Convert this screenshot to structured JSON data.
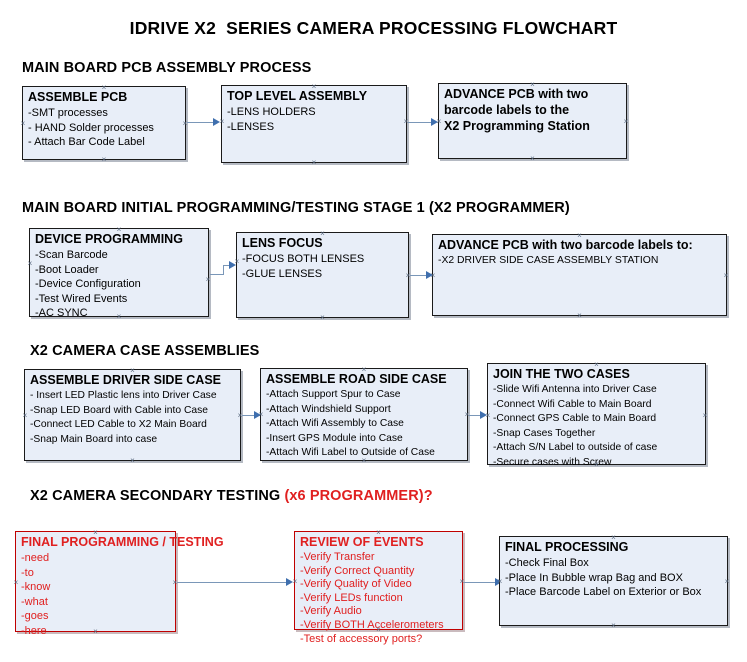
{
  "document": {
    "title": "IDRIVE X2  SERIES CAMERA PROCESSING FLOWCHART"
  },
  "sections": [
    {
      "id": "main-board-pcb-assembly-process",
      "header": "MAIN BOARD PCB ASSEMBLY PROCESS",
      "header_accent": "",
      "nodes": [
        {
          "id": "assemble-pcb",
          "title": "ASSEMBLE PCB",
          "lines": [
            "-SMT processes",
            "- HAND Solder processes",
            "- Attach Bar Code Label"
          ]
        },
        {
          "id": "top-level-assembly",
          "title": "TOP LEVEL ASSEMBLY",
          "lines": [
            "-LENS HOLDERS",
            "-LENSES"
          ]
        },
        {
          "id": "advance-pcb-to-x2-programming-station",
          "title": "ADVANCE PCB with two",
          "lines": [
            "barcode labels to the",
            " X2 Programming Station"
          ]
        }
      ]
    },
    {
      "id": "main-board-initial-programming-testing-stage-1",
      "header": "MAIN BOARD INITIAL PROGRAMMING/TESTING STAGE 1 (X2 PROGRAMMER)",
      "header_accent": "",
      "nodes": [
        {
          "id": "device-programming",
          "title": "DEVICE PROGRAMMING",
          "lines": [
            "-Scan Barcode",
            "-Boot Loader",
            "-Device Configuration",
            "-Test Wired Events",
            "-AC SYNC"
          ]
        },
        {
          "id": "lens-focus",
          "title": "LENS FOCUS",
          "lines": [
            "-FOCUS BOTH LENSES",
            "-GLUE LENSES"
          ]
        },
        {
          "id": "advance-pcb-to-driver-side-case-station",
          "title": "ADVANCE PCB with two barcode labels to:",
          "lines": [
            "-X2 DRIVER  SIDE  CASE  ASSEMBLY STATION"
          ]
        }
      ]
    },
    {
      "id": "x2-camera-case-assemblies",
      "header": "X2 CAMERA CASE ASSEMBLIES",
      "header_accent": "",
      "nodes": [
        {
          "id": "assemble-driver-side-case",
          "title": "ASSEMBLE DRIVER SIDE CASE",
          "lines": [
            "- Insert LED Plastic lens into Driver Case",
            "-Snap LED Board with Cable into Case",
            "-Connect LED Cable to X2 Main Board",
            "-Snap Main Board into case"
          ]
        },
        {
          "id": "assemble-road-side-case",
          "title": "ASSEMBLE ROAD SIDE CASE",
          "lines": [
            "-Attach Support Spur to Case",
            "-Attach Windshield Support",
            "-Attach Wifi Assembly to Case",
            "-Insert GPS Module into Case",
            "-Attach Wifi Label to Outside of Case"
          ]
        },
        {
          "id": "join-the-two-cases",
          "title": "JOIN THE TWO CASES",
          "lines": [
            "-Slide Wifi Antenna into Driver Case",
            "-Connect Wifi Cable to Main Board",
            "-Connect GPS Cable to Main Board",
            "-Snap Cases Together",
            "-Attach S/N Label to outside of case",
            "-Secure cases with Screw"
          ]
        }
      ]
    },
    {
      "id": "x2-camera-secondary-testing",
      "header": "X2 CAMERA SECONDARY TESTING ",
      "header_accent": "(x6 PROGRAMMER)?",
      "nodes": [
        {
          "id": "final-programming-testing",
          "title": "FINAL PROGRAMMING / TESTING",
          "lines": [
            "-need",
            "-to",
            "-know",
            "-what",
            "-goes",
            "-here"
          ]
        },
        {
          "id": "review-of-events",
          "title": "REVIEW OF EVENTS",
          "lines": [
            "-Verify Transfer",
            "-Verify Correct Quantity",
            "-Verify Quality of Video",
            "-Verify LEDs function",
            "-Verify Audio",
            "-Verify BOTH Accelerometers",
            "-Test of accessory ports?"
          ]
        },
        {
          "id": "final-processing",
          "title": "FINAL PROCESSING",
          "lines": [
            " -Check Final Box",
            "-Place In Bubble wrap Bag and BOX",
            "-Place Barcode Label on Exterior or Box"
          ]
        }
      ]
    }
  ],
  "colors": {
    "node_fill": "#e8eef8",
    "node_border": "#1a1a1a",
    "red_accent": "#e02020",
    "red_border": "#c00000",
    "connector_line": "#7a97b8",
    "connector_arrow": "#3f6fae"
  }
}
